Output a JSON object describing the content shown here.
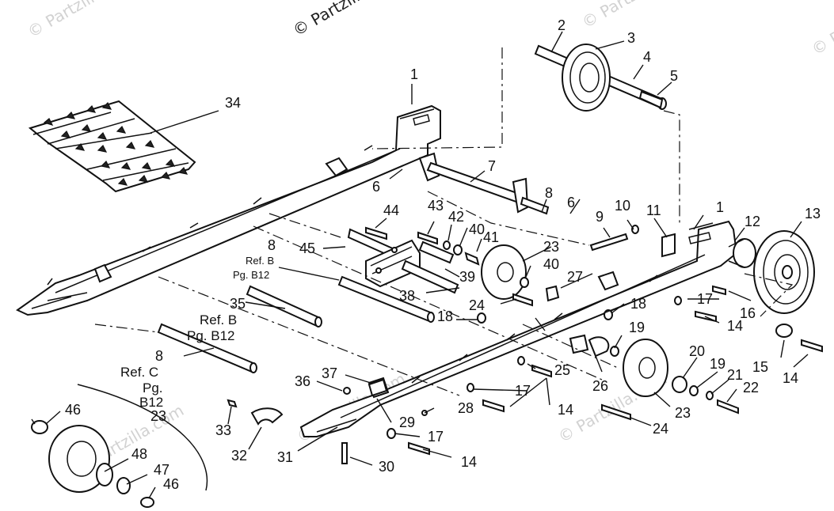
{
  "watermark": {
    "main": "© Partzilla",
    "faint": [
      "© Partzilla.com",
      "© Partzilla.com",
      "© Partzilla.com",
      "© Partzilla.com",
      "© Partzilla.com",
      "© Partzilla.com"
    ]
  },
  "callouts": {
    "c1a": "1",
    "c1b": "1",
    "c2": "2",
    "c3": "3",
    "c4": "4",
    "c5": "5",
    "c6a": "6",
    "c6b": "6",
    "c7": "7",
    "c8a": "8",
    "c9": "9",
    "c10": "10",
    "c11": "11",
    "c12": "12",
    "c13": "13",
    "c14a": "14",
    "c14b": "14",
    "c14c": "14",
    "c14d": "14",
    "c15": "15",
    "c16": "16",
    "c17a": "17",
    "c17b": "17",
    "c17c": "17",
    "c18a": "18",
    "c18b": "18",
    "c19a": "19",
    "c19b": "19",
    "c20": "20",
    "c21": "21",
    "c22": "22",
    "c23a": "23",
    "c23b": "23",
    "c24a": "24",
    "c24b": "24",
    "c25": "25",
    "c26": "26",
    "c27": "27",
    "c28": "28",
    "c29": "29",
    "c30": "30",
    "c31": "31",
    "c32": "32",
    "c33": "33",
    "c34": "34",
    "c36": "36",
    "c37": "37",
    "c38": "38",
    "c39": "39",
    "c40a": "40",
    "c40b": "40",
    "c41": "41",
    "c42": "42",
    "c43": "43",
    "c44": "44",
    "c45": "45",
    "c46a": "46",
    "c46b": "46",
    "c47": "47",
    "c48": "48"
  },
  "references": {
    "r8b": {
      "num": "8",
      "line1": "Ref. B",
      "line2": "Pg. B12"
    },
    "r35": {
      "num": "35",
      "line1": "Ref. B",
      "line2": "Pg. B12"
    },
    "r8c": {
      "num": "8",
      "line1": "Ref. C",
      "line2": "Pg.",
      "line3": "B12",
      "line4": "23"
    }
  }
}
